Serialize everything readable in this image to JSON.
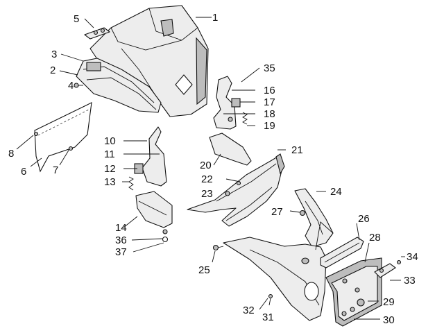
{
  "diagram": {
    "callouts": [
      "1",
      "2",
      "3",
      "4",
      "5",
      "6",
      "7",
      "8",
      "10",
      "11",
      "12",
      "13",
      "14",
      "16",
      "17",
      "18",
      "19",
      "20",
      "21",
      "22",
      "23",
      "24",
      "25",
      "26",
      "27",
      "28",
      "29",
      "30",
      "31",
      "32",
      "33",
      "34",
      "35",
      "36",
      "37"
    ]
  }
}
